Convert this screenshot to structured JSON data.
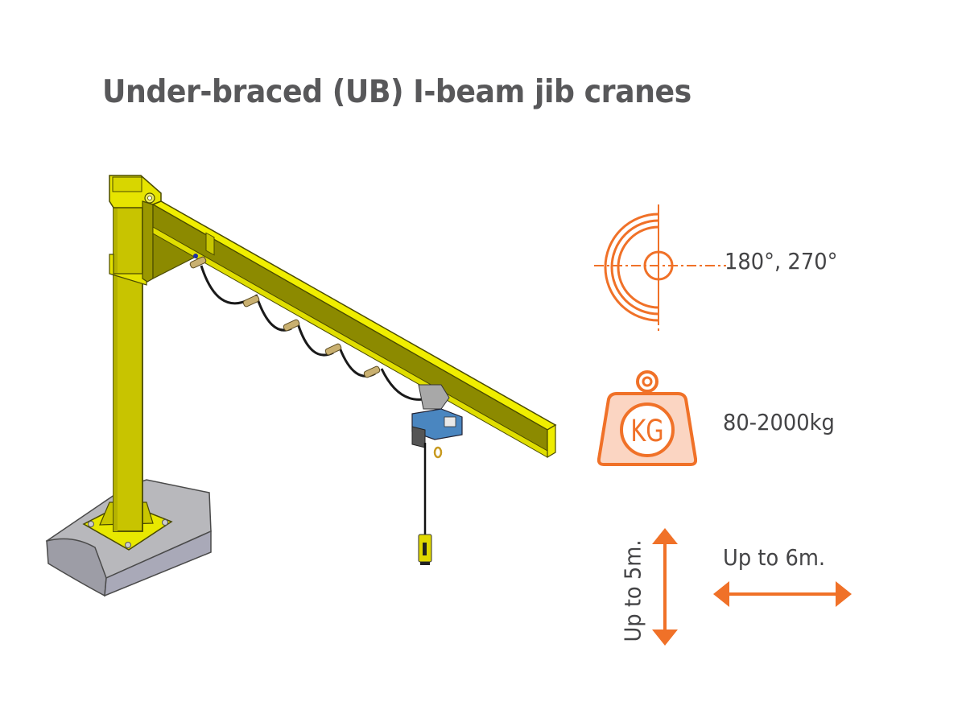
{
  "title": "Under-braced (UB) I-beam jib cranes",
  "accent_color": "#f07128",
  "specs": {
    "rotation": {
      "icon": "rotation-angle-icon",
      "label": "180°, 270°"
    },
    "capacity": {
      "icon": "kg-weight-icon",
      "icon_text": "KG",
      "label": "80-2000kg"
    },
    "height": {
      "icon": "vertical-double-arrow-icon",
      "label": "Up to 5m."
    },
    "length": {
      "icon": "horizontal-double-arrow-icon",
      "label": "Up to 6m."
    }
  },
  "illustration": {
    "subject": "jib-crane",
    "components": [
      "pillar",
      "jib-arm",
      "base-plate",
      "concrete-foundation",
      "cable-festoon",
      "electric-hoist",
      "pendant-control"
    ],
    "colors": {
      "steel": "#d8d400",
      "hoist": "#3f7fb5",
      "foundation": "#a9a9b0"
    }
  }
}
